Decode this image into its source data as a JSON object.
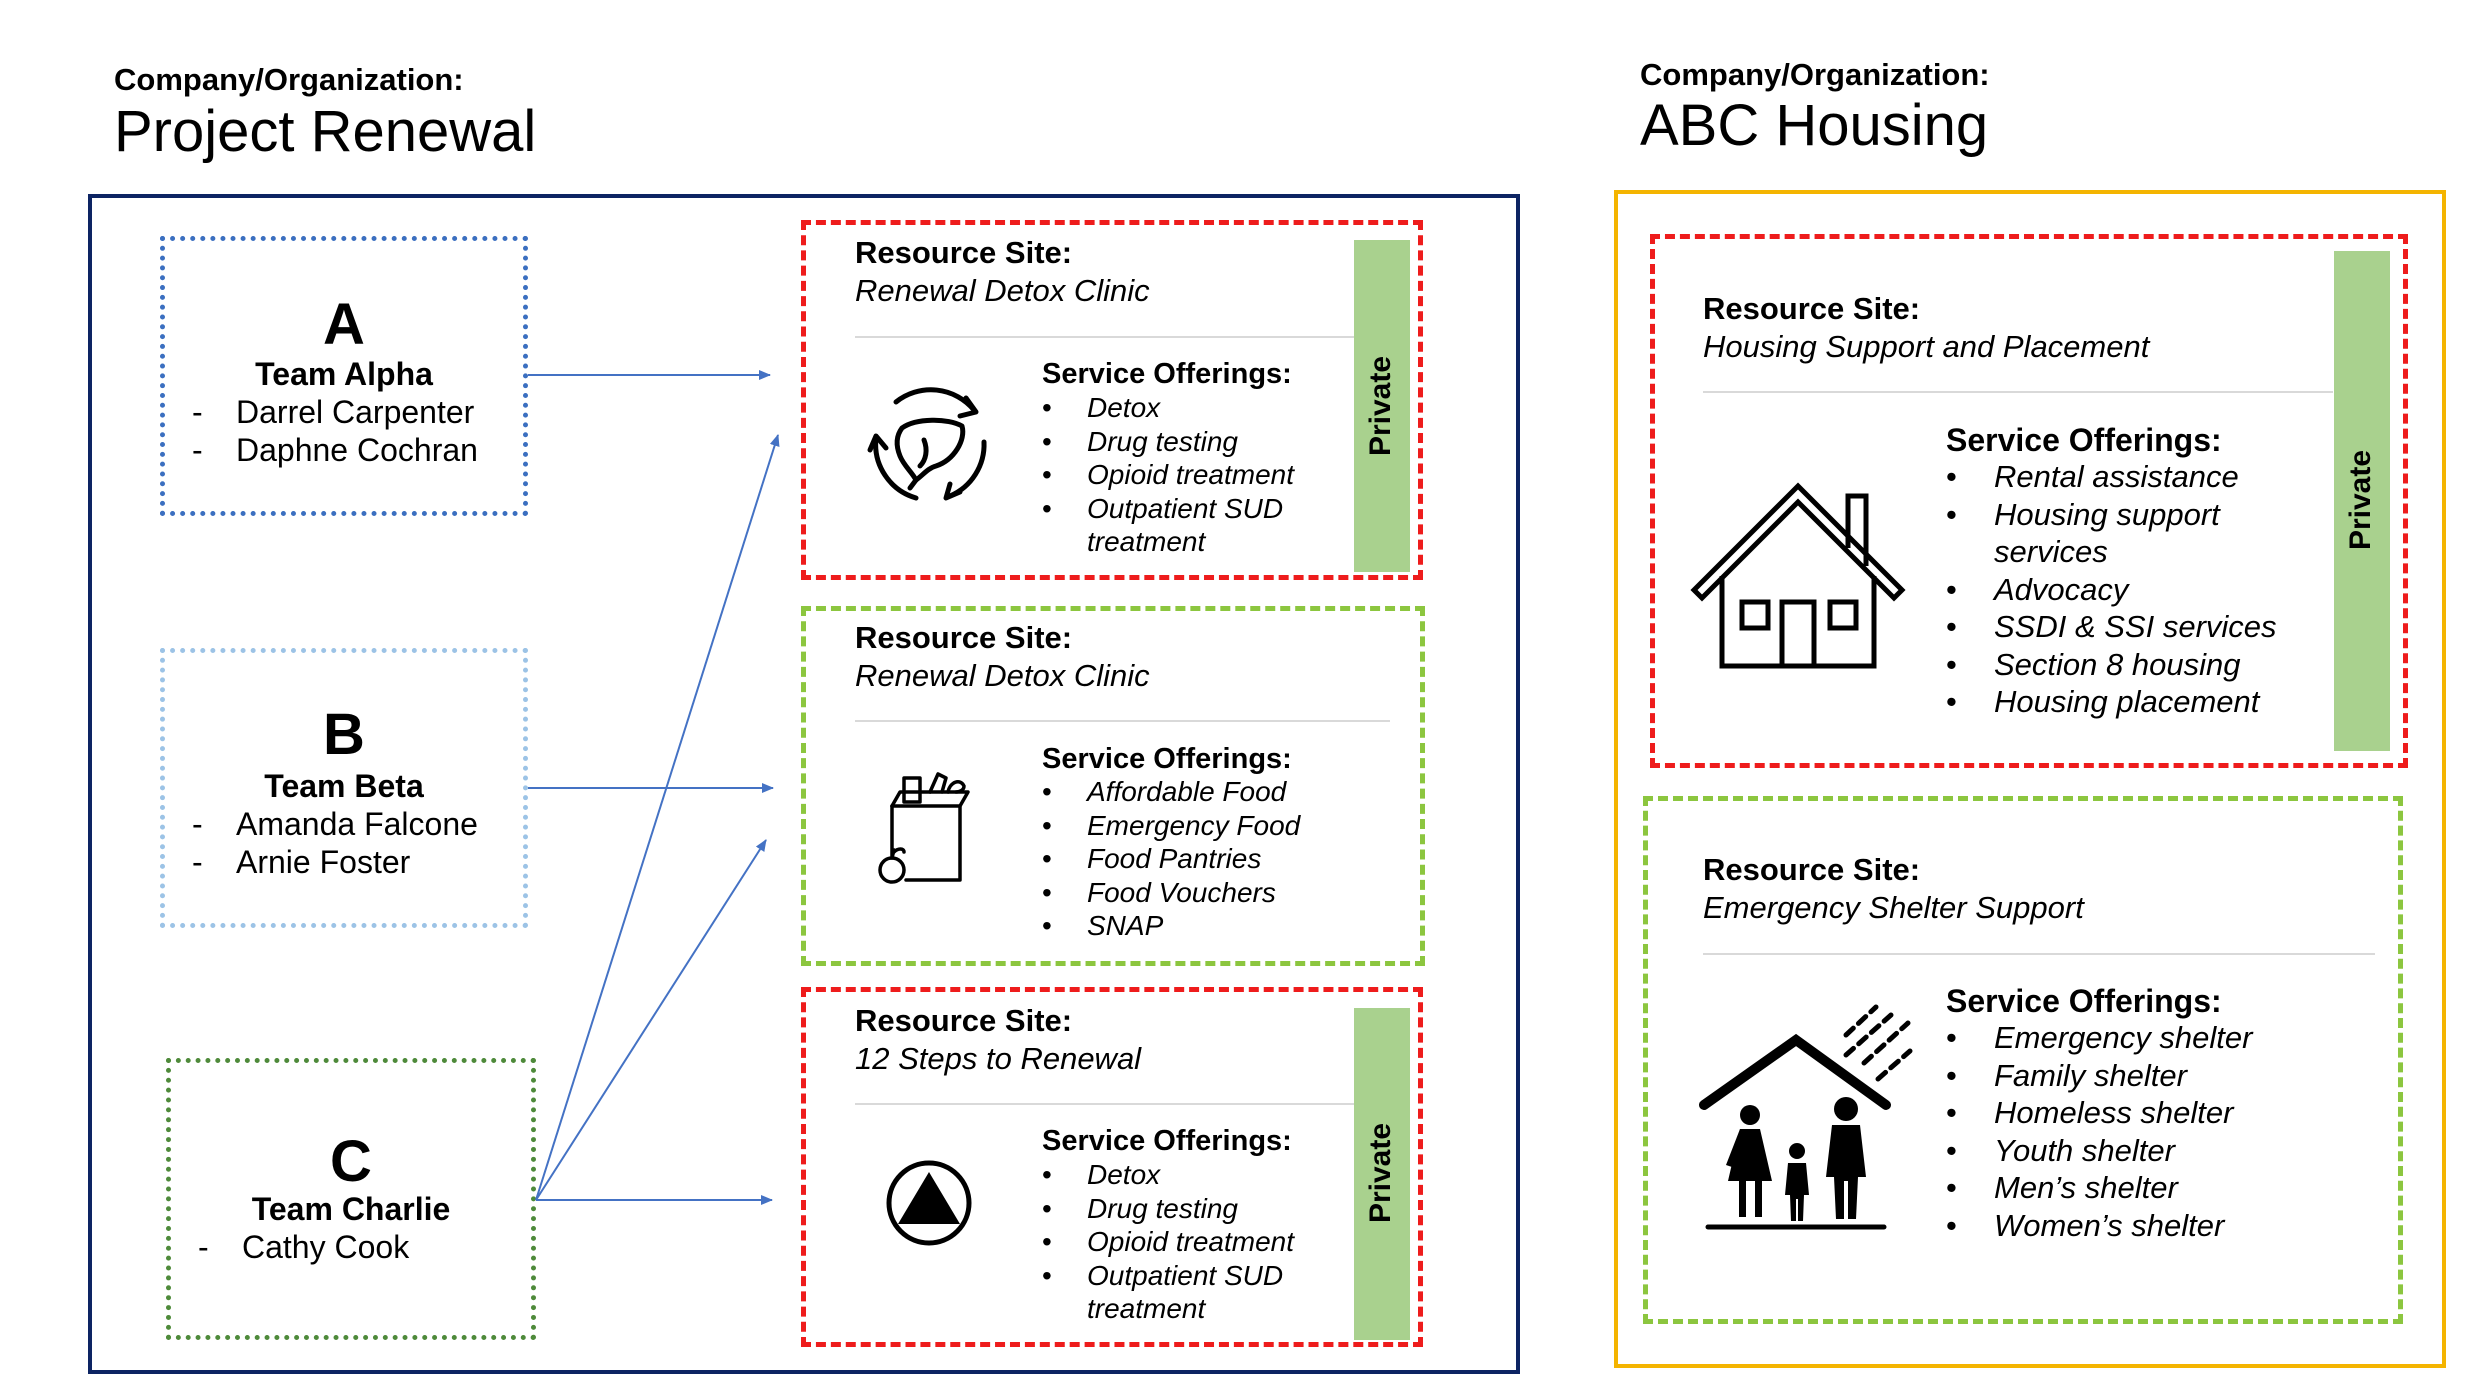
{
  "left_org": {
    "label": "Company/Organization:",
    "name": "Project Renewal",
    "frame_color": "#0d2463"
  },
  "right_org": {
    "label": "Company/Organization:",
    "name": "ABC Housing",
    "frame_color": "#f4b400"
  },
  "teams": [
    {
      "letter": "A",
      "name": "Team Alpha",
      "members": [
        "Darrel Carpenter",
        "Daphne Cochran"
      ],
      "dash": "-",
      "border_color": "#3b6fc0"
    },
    {
      "letter": "B",
      "name": "Team Beta",
      "members": [
        "Amanda Falcone",
        "Arnie Foster"
      ],
      "dash": "-",
      "border_color": "#9cc3e6"
    },
    {
      "letter": "C",
      "name": "Team Charlie",
      "members": [
        "Cathy Cook"
      ],
      "dash": "-",
      "border_color": "#4e8a3a"
    }
  ],
  "sites": [
    {
      "label": "Resource Site:",
      "name": "Renewal Detox Clinic",
      "services_label": "Service Offerings:",
      "services": [
        "Detox",
        "Drug testing",
        "Opioid treatment",
        "Outpatient SUD",
        "treatment"
      ],
      "badge": "Private",
      "icon": "liver-recycle-icon",
      "border_color": "#ee1c1c"
    },
    {
      "label": "Resource Site:",
      "name": "Renewal Detox Clinic",
      "services_label": "Service Offerings:",
      "services": [
        "Affordable Food",
        "Emergency Food",
        "Food Pantries",
        "Food Vouchers",
        "SNAP"
      ],
      "icon": "grocery-bag-icon",
      "border_color": "#8cc63f"
    },
    {
      "label": "Resource Site:",
      "name": "12 Steps to Renewal",
      "services_label": "Service Offerings:",
      "services": [
        "Detox",
        "Drug testing",
        "Opioid treatment",
        "Outpatient SUD",
        "treatment"
      ],
      "badge": "Private",
      "icon": "aa-triangle-icon",
      "border_color": "#ee1c1c"
    },
    {
      "label": "Resource Site:",
      "name": "Housing Support and Placement",
      "services_label": "Service Offerings:",
      "services": [
        "Rental assistance",
        "Housing support",
        "services",
        "Advocacy",
        "SSDI & SSI services",
        "Section 8 housing",
        "Housing placement"
      ],
      "badge": "Private",
      "icon": "house-icon",
      "border_color": "#ee1c1c"
    },
    {
      "label": "Resource Site:",
      "name": "Emergency Shelter Support",
      "services_label": "Service Offerings:",
      "services": [
        "Emergency shelter",
        "Family shelter",
        "Homeless shelter",
        "Youth shelter",
        "Men’s shelter",
        "Women’s shelter"
      ],
      "icon": "family-shelter-icon",
      "border_color": "#8cc63f"
    }
  ],
  "bullet": "•",
  "badge_color": "#a9d18e",
  "arrow_color": "#4472c4"
}
